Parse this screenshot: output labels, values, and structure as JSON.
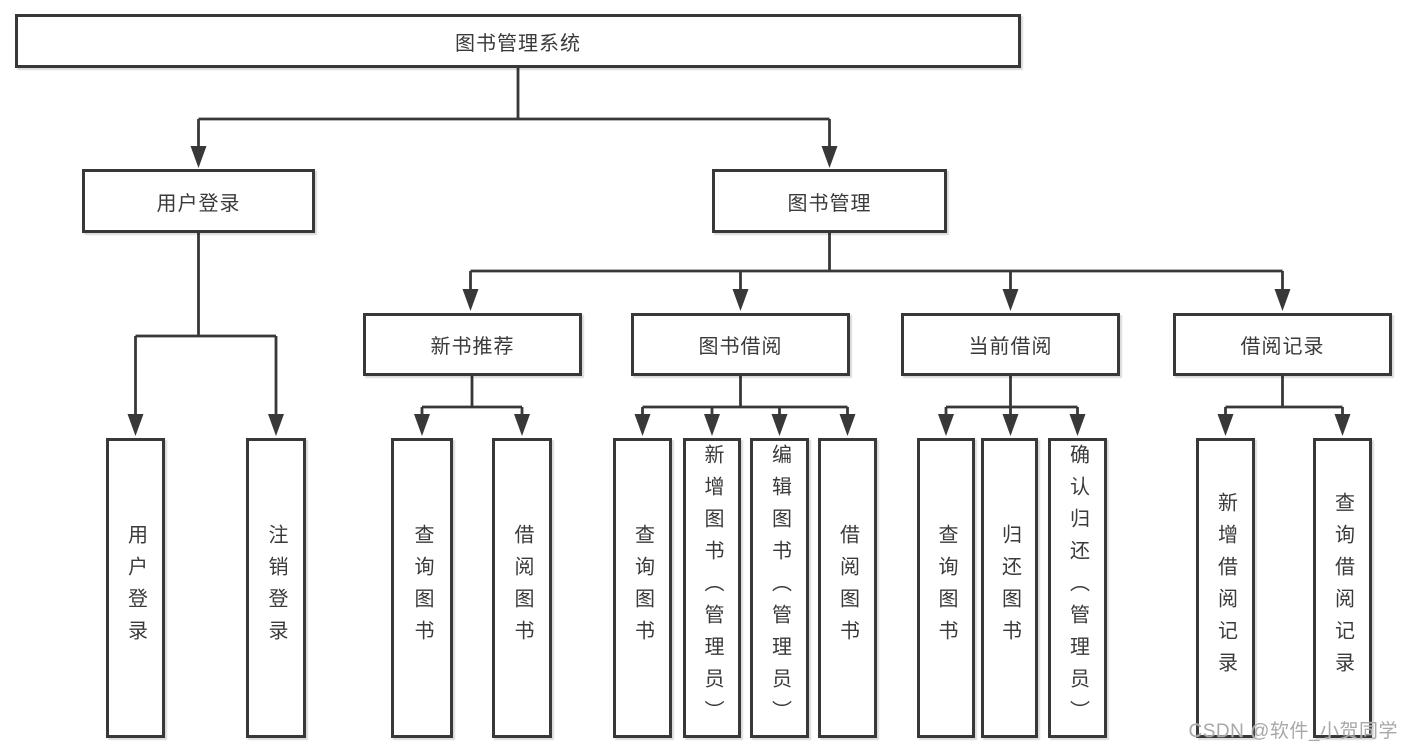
{
  "diagram": {
    "root": "图书管理系统",
    "branches": {
      "user_login": "用户登录",
      "book_mgmt": "图书管理"
    },
    "sections": {
      "new_book_rec": "新书推荐",
      "book_borrow": "图书借阅",
      "current_borrow": "当前借阅",
      "borrow_records": "借阅记录"
    },
    "leaves": {
      "user_login": "用户登录",
      "logout": "注销登录",
      "query_book_1": "查询图书",
      "borrow_book_1": "借阅图书",
      "query_book_2": "查询图书",
      "add_book": "新增图书（管理员）",
      "edit_book": "编辑图书（管理员）",
      "borrow_book_2": "借阅图书",
      "query_book_3": "查询图书",
      "return_book": "归还图书",
      "confirm_return": "确认归还（管理员）",
      "add_record": "新增借阅记录",
      "query_record": "查询借阅记录"
    }
  },
  "watermark": "CSDN @软件_小贺同学",
  "colors": {
    "line": "#383838",
    "box_border": "#383838",
    "box_fill": "#ffffff",
    "text": "#3a3a3a",
    "watermark": "#a8a8a8",
    "background": "#ffffff"
  }
}
